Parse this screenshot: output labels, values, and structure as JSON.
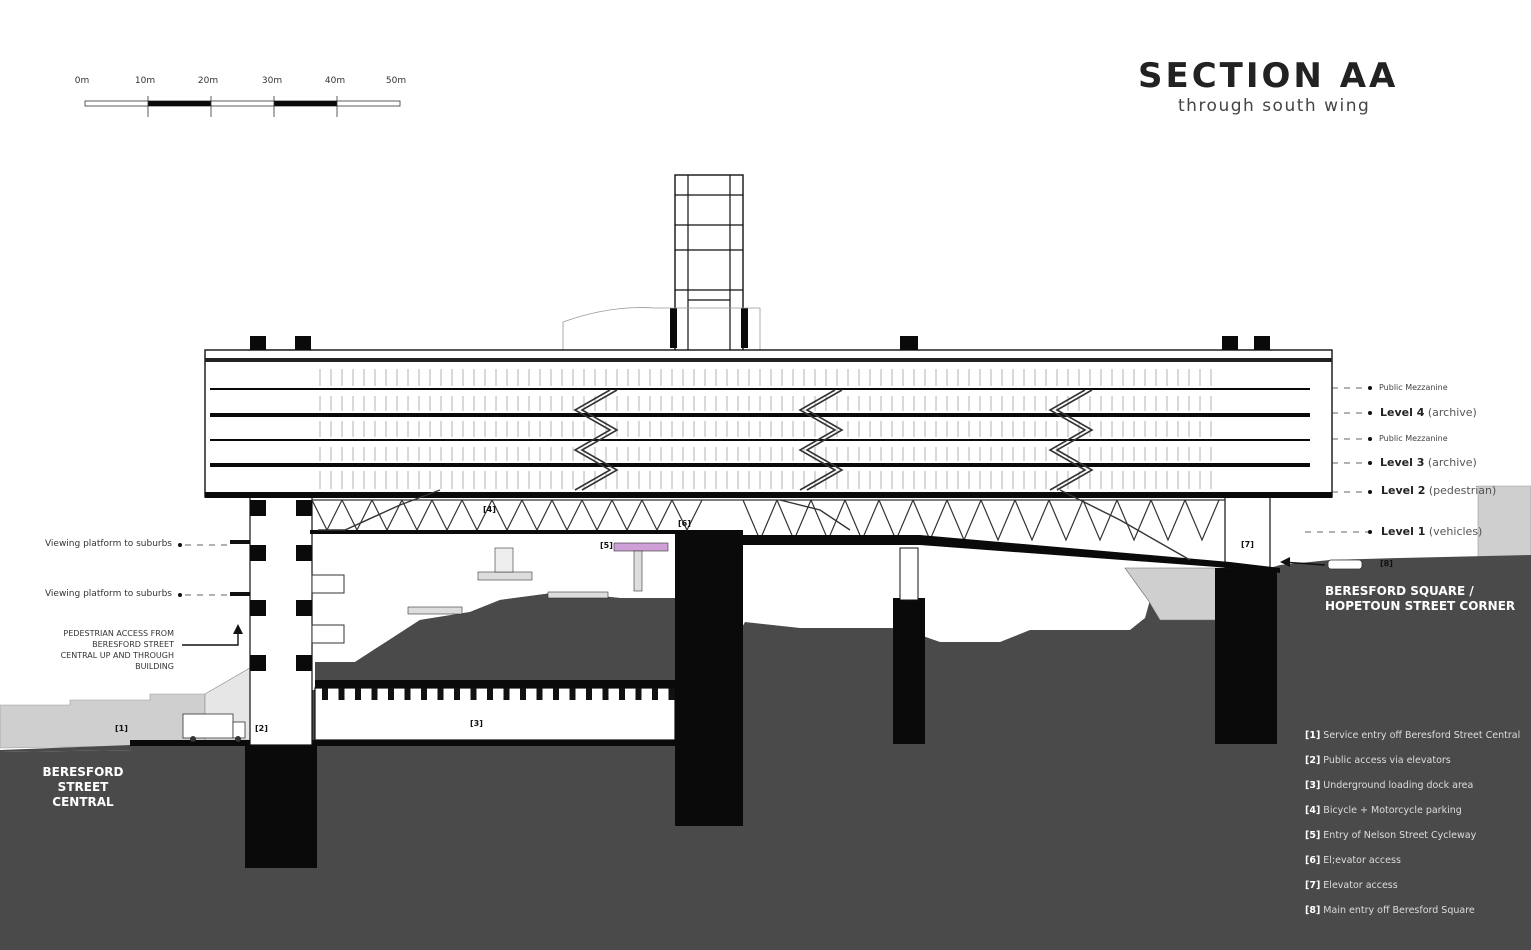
{
  "title": "SECTION AA",
  "subtitle": "through south wing",
  "scale_bar": [
    "0m",
    "10m",
    "20m",
    "30m",
    "40m",
    "50m"
  ],
  "levels": [
    {
      "name": "Public Mezzanine",
      "bold": "",
      "qualifier": ""
    },
    {
      "name": "",
      "bold": "Level 4",
      "qualifier": "(archive)"
    },
    {
      "name": "Public Mezzanine",
      "bold": "",
      "qualifier": ""
    },
    {
      "name": "",
      "bold": "Level 3",
      "qualifier": "(archive)"
    },
    {
      "name": "",
      "bold": "Level 2",
      "qualifier": "(pedestrian)"
    },
    {
      "name": "",
      "bold": "Level 1",
      "qualifier": "(vehicles)"
    }
  ],
  "left_labels": {
    "viewing_1": "Viewing platform to suburbs",
    "viewing_2": "Viewing platform to suburbs",
    "pedestrian_access": "PEDESTRIAN ACCESS FROM BERESFORD STREET CENTRAL UP AND THROUGH BUILDING"
  },
  "streets": {
    "left": [
      "BERESFORD STREET",
      "CENTRAL"
    ],
    "right": [
      "BERESFORD SQUARE /",
      "HOPETOUN STREET CORNER"
    ]
  },
  "markers": [
    "[1]",
    "[2]",
    "[3]",
    "[4]",
    "[5]",
    "[6]",
    "[7]",
    "[8]"
  ],
  "legend": [
    {
      "key": "[1]",
      "text": "Service entry off Beresford Street Central"
    },
    {
      "key": "[2]",
      "text": "Public access via elevators"
    },
    {
      "key": "[3]",
      "text": "Underground loading dock area"
    },
    {
      "key": "[4]",
      "text": "Bicycle + Motorcycle parking"
    },
    {
      "key": "[5]",
      "text": "Entry of Nelson Street Cycleway"
    },
    {
      "key": "[6]",
      "text": "El;evator access"
    },
    {
      "key": "[7]",
      "text": "Elevator access"
    },
    {
      "key": "[8]",
      "text": "Main entry off Beresford Square"
    }
  ],
  "colors": {
    "ground": "#4a4a4a",
    "structure": "#0a0a0a",
    "line": "#222222",
    "light_fill": "#cfcfcf"
  }
}
